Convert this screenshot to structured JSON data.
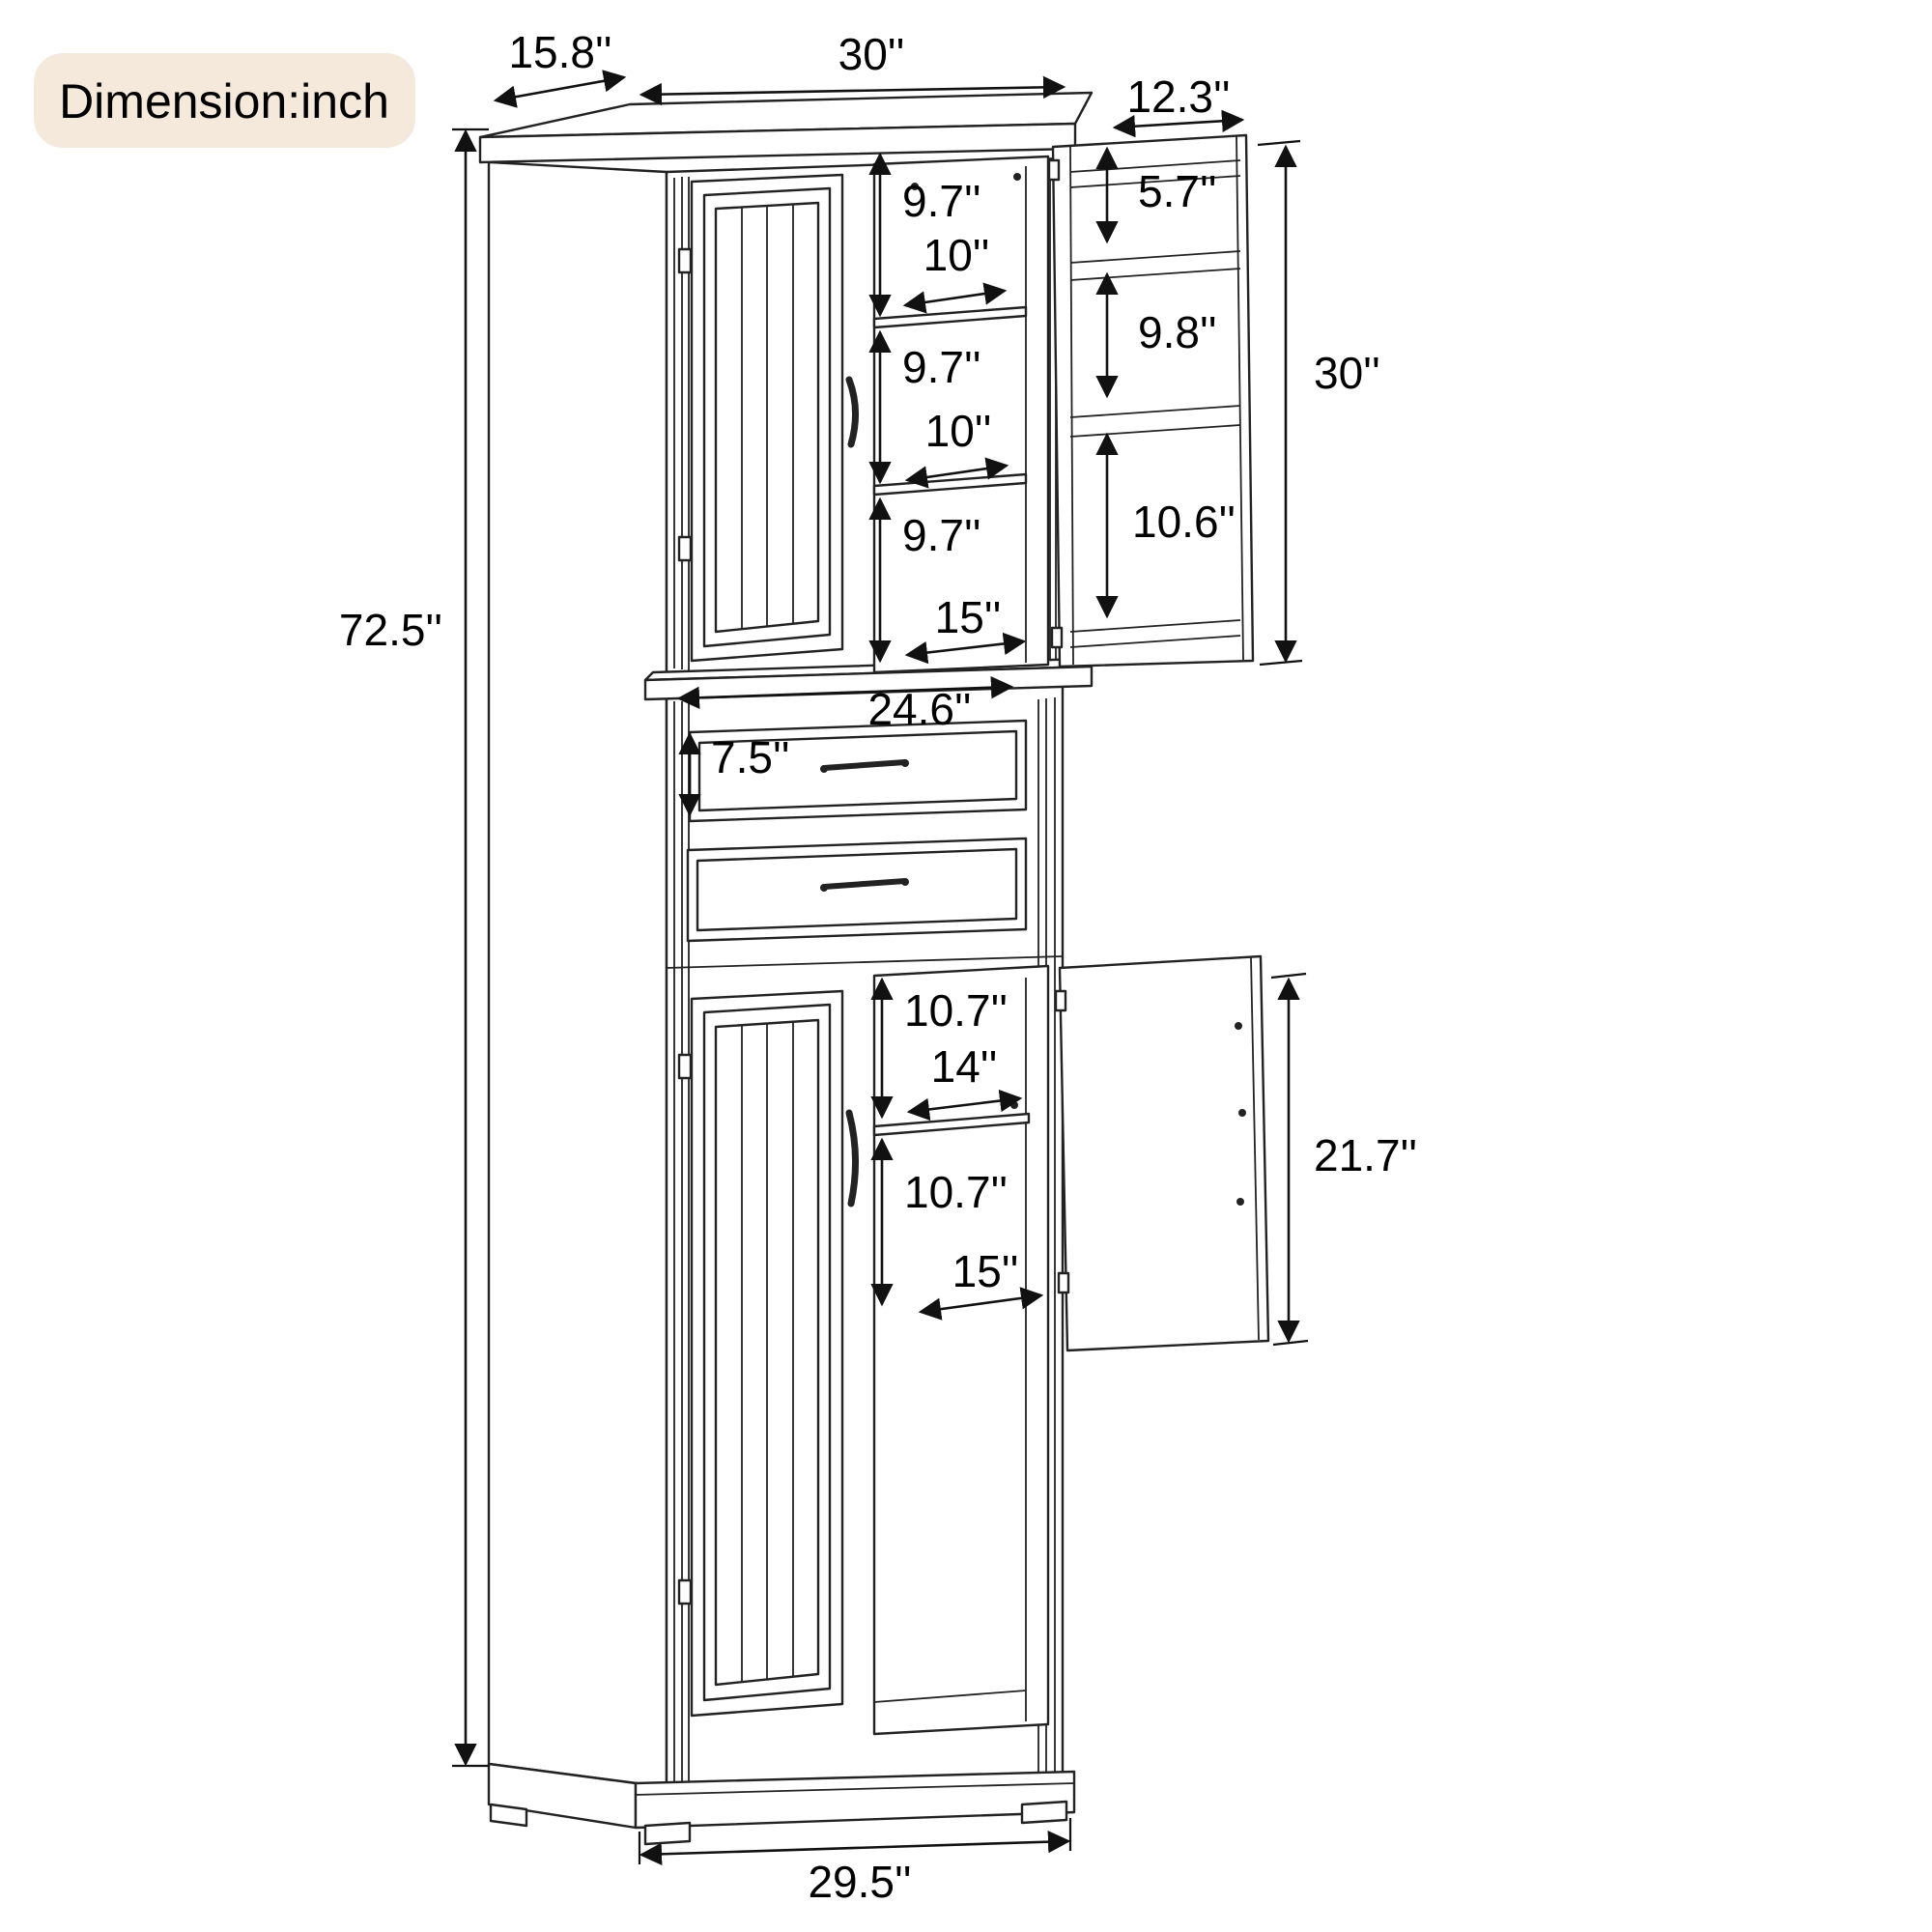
{
  "badge": {
    "label": "Dimension:inch"
  },
  "overall": {
    "top_depth": "15.8''",
    "top_width": "30''",
    "total_height": "72.5''",
    "base_width": "29.5''"
  },
  "upper_door": {
    "width": "12.3''",
    "height": "30''",
    "section_top": "5.7''",
    "section_middle": "9.8''",
    "section_bottom": "10.6''"
  },
  "upper_cabinet": {
    "shelf_gap_top": "9.7''",
    "shelf_depth_top": "10''",
    "shelf_gap_middle": "9.7''",
    "shelf_depth_middle": "10''",
    "shelf_gap_bottom": "9.7''",
    "interior_width": "15''"
  },
  "drawers": {
    "width": "24.6''",
    "height": "7.5''"
  },
  "lower_cabinet": {
    "gap_top": "10.7''",
    "shelf_depth": "14''",
    "gap_bottom": "10.7''",
    "interior_width": "15''"
  },
  "lower_door": {
    "height": "21.7''"
  }
}
